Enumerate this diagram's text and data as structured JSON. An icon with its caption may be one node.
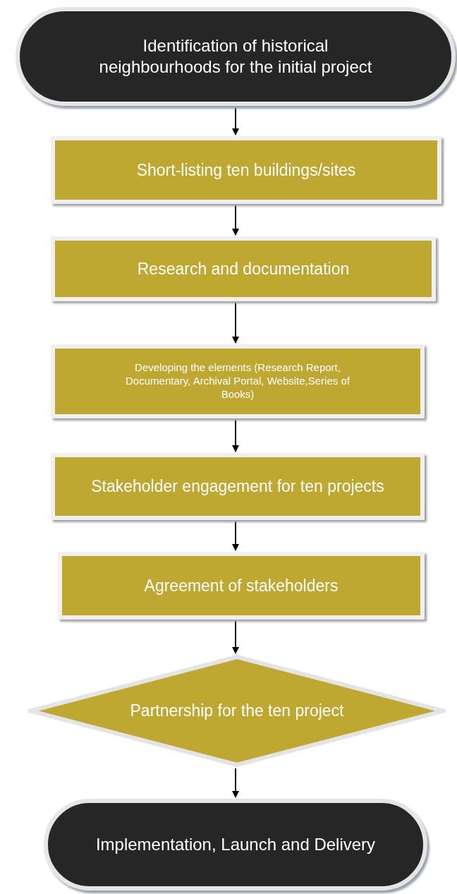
{
  "diagram": {
    "nodes": [
      {
        "text": [
          "Identification of historical neighbourhoods for the initial project"
        ]
      },
      {
        "text": [
          "Short-listing ten buildings/sites"
        ]
      },
      {
        "text": [
          "Research and documentation"
        ]
      },
      {
        "text": [
          "Developing the elements (Research Report, Documentary, Archival Portal, Website,Series of Books)"
        ]
      },
      {
        "text": [
          "Stakeholder engagement for ten projects"
        ]
      },
      {
        "text": [
          "Agreement of stakeholders"
        ]
      },
      {
        "text": [
          "Partnership for the ten project"
        ]
      },
      {
        "text": [
          "Implementation, Launch and Delivery"
        ]
      }
    ],
    "edges": [
      {
        "from": 0,
        "to": 1,
        "arrow": "to"
      },
      {
        "from": 1,
        "to": 2,
        "arrow": "to"
      },
      {
        "from": 2,
        "to": 3,
        "arrow": "to"
      },
      {
        "from": 3,
        "to": 4,
        "arrow": "to"
      },
      {
        "from": 4,
        "to": 5,
        "arrow": "to"
      },
      {
        "from": 5,
        "to": 6,
        "arrow": "to"
      },
      {
        "from": 6,
        "to": 7,
        "arrow": "to"
      }
    ]
  }
}
